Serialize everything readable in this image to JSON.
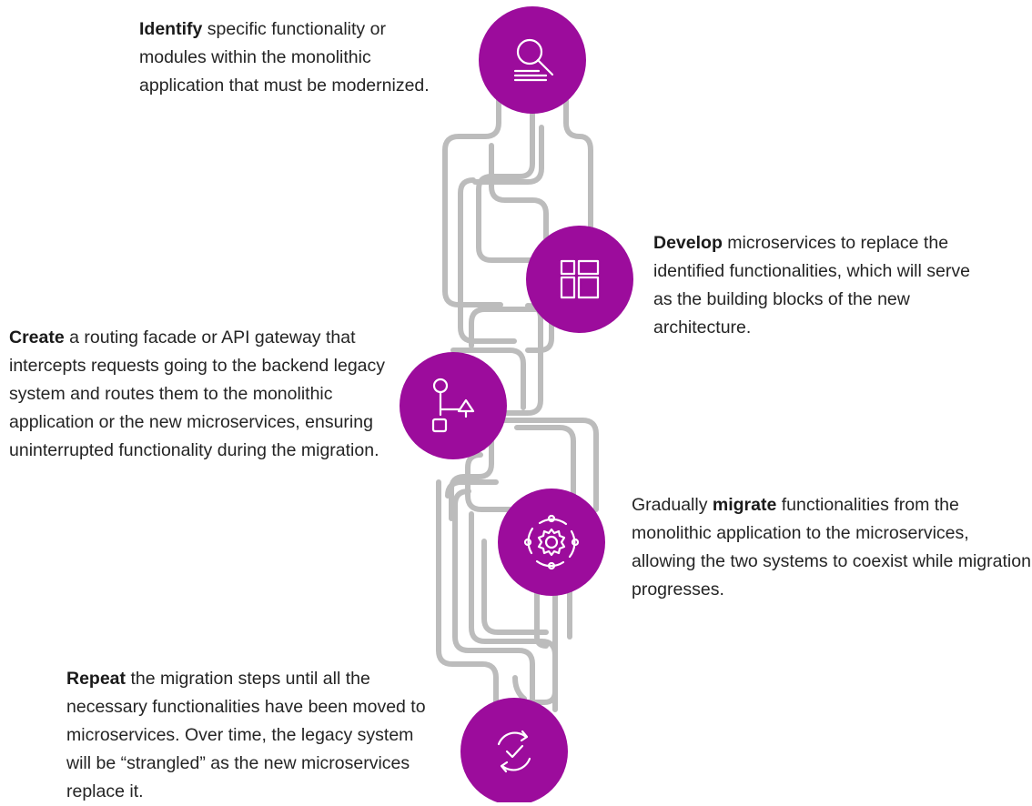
{
  "steps": [
    {
      "keyword": "Identify",
      "text": " specific functionality or modules within the monolithic application that must be modernized.",
      "icon": "search-icon"
    },
    {
      "keyword": "Develop",
      "text": " microservices to replace the identified functionalities, which will serve as the building blocks of the new architecture.",
      "icon": "layout-blocks-icon"
    },
    {
      "keyword": "Create",
      "text": " a routing facade or API gateway that intercepts requests going to the backend legacy system and routes them to the monolithic application or the new microservices, ensuring uninterrupted functionality during the migration.",
      "icon": "workflow-routing-icon"
    },
    {
      "prefix": "Gradually ",
      "keyword": "migrate",
      "text": " functionalities from the monolithic application to the microservices, allowing the two systems to coexist while migration progresses.",
      "icon": "gear-cycle-icon"
    },
    {
      "keyword": "Repeat",
      "text": " the migration steps until all the necessary functionalities have been moved to microservices. Over time, the legacy system will be “strangled” as the new microservices replace it.",
      "icon": "refresh-check-icon"
    }
  ],
  "colors": {
    "circle": "#9c0c9c",
    "lines": "#bcbcbc",
    "text": "#242424"
  }
}
